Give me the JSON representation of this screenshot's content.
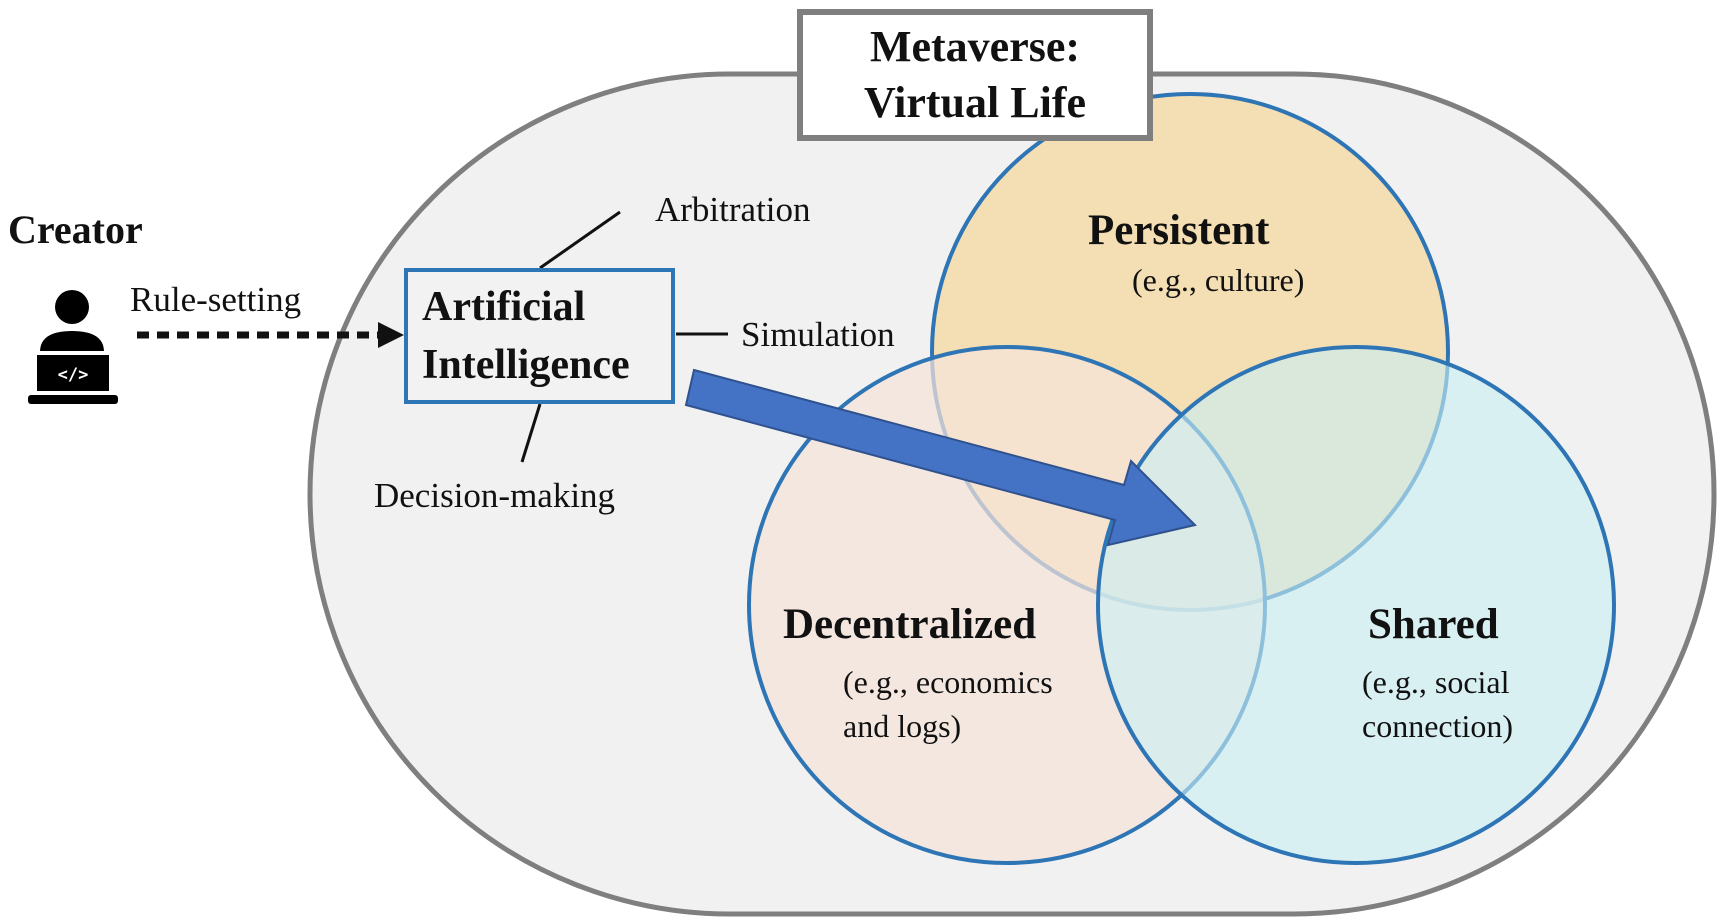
{
  "title": {
    "line1": "Metaverse:",
    "line2": "Virtual Life"
  },
  "creator": {
    "label": "Creator",
    "icon": "developer-laptop-icon",
    "arrow_label": "Rule-setting"
  },
  "ai": {
    "line1": "Artificial",
    "line2": "Intelligence",
    "functions": [
      "Arbitration",
      "Simulation",
      "Decision-making"
    ]
  },
  "circles": {
    "persistent": {
      "title": "Persistent",
      "example": "(e.g., culture)",
      "color": "#f4d9a5"
    },
    "decentralized": {
      "title": "Decentralized",
      "example_line1": "(e.g., economics",
      "example_line2": "and logs)",
      "color": "#f5e3da"
    },
    "shared": {
      "title": "Shared",
      "example_line1": "(e.g., social",
      "example_line2": "connection)",
      "color": "#c9eff4"
    }
  },
  "colors": {
    "container_fill": "#f1f1f1",
    "container_stroke": "#7f7f7f",
    "circle_stroke": "#2e75b6",
    "arrow_fill": "#4472c4"
  }
}
